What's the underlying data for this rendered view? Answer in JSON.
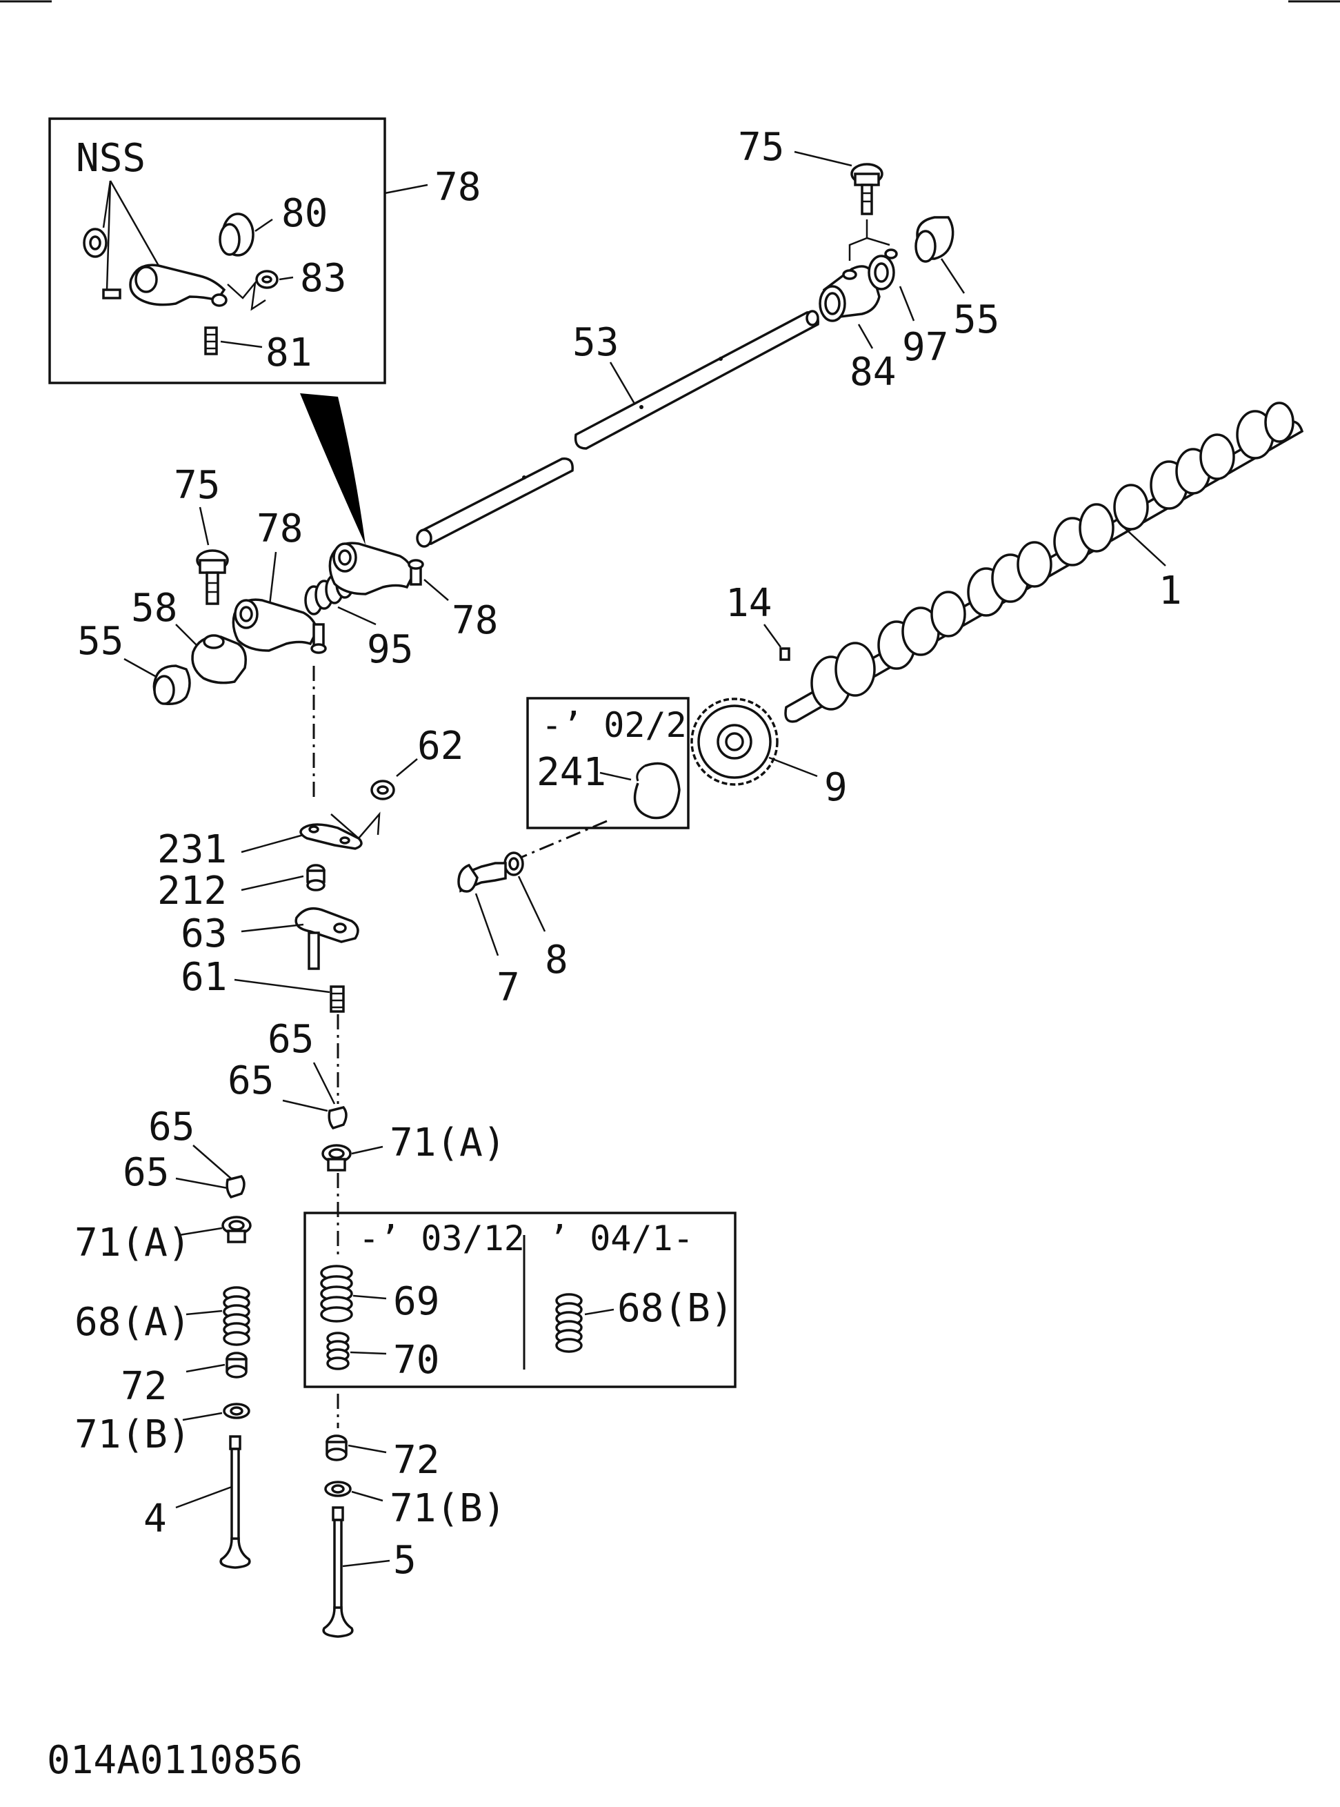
{
  "labels": {
    "nss": "NSS",
    "p78a": "78",
    "p80": "80",
    "p83": "83",
    "p81": "81",
    "p75a": "75",
    "p55a": "55",
    "p97": "97",
    "p84": "84",
    "p53": "53",
    "p1": "1",
    "p75b": "75",
    "p78b": "78",
    "p58": "58",
    "p55b": "55",
    "p95": "95",
    "p78c": "78",
    "p14": "14",
    "p9": "9",
    "range1": "-’ 02/2",
    "p241": "241",
    "p62": "62",
    "p231": "231",
    "p212": "212",
    "p63": "63",
    "p61": "61",
    "p8": "8",
    "p7": "7",
    "p65a": "65",
    "p65b": "65",
    "p71a1": "71(A)",
    "p65c": "65",
    "p65d": "65",
    "p71a2": "71(A)",
    "range2": "-’ 03/12",
    "range3": "’ 04/1-",
    "p69": "69",
    "p70": "70",
    "p68b": "68(B)",
    "p68a": "68(A)",
    "p72a": "72",
    "p71b1": "71(B)",
    "p72b": "72",
    "p71b2": "71(B)",
    "p4": "4",
    "p5": "5",
    "code": "014A0110856"
  }
}
